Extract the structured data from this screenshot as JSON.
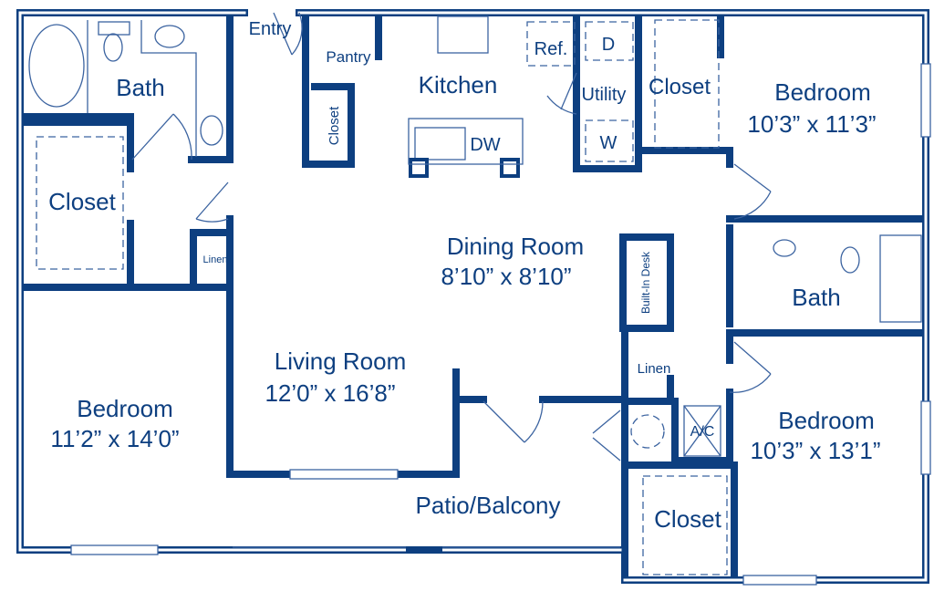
{
  "rooms": {
    "bath1": "Bath",
    "entry": "Entry",
    "pantry": "Pantry",
    "kitchen": "Kitchen",
    "ref": "Ref.",
    "dryer": "D",
    "washer": "W",
    "utility": "Utility",
    "closet_tr": "Closet",
    "bedroom_tr": "Bedroom",
    "bedroom_tr_size": "10’3” x 11’3”",
    "closet_kitchen": "Closet",
    "dw": "DW",
    "closet_l": "Closet",
    "linen_l": "Linen",
    "dining": "Dining Room",
    "dining_size": "8’10” x 8’10”",
    "desk": "Built-In Desk",
    "bath2": "Bath",
    "living": "Living Room",
    "living_size": "12’0” x 16’8”",
    "linen_r": "Linen",
    "ac": "A/C",
    "bedroom_l": "Bedroom",
    "bedroom_l_size": "11’2” x 14’0”",
    "bedroom_br": "Bedroom",
    "bedroom_br_size": "10’3” x 13’1”",
    "patio": "Patio/Balcony",
    "closet_br": "Closet"
  },
  "colors": {
    "wall": "#0d3f80",
    "fixture": "#3b63a0"
  }
}
